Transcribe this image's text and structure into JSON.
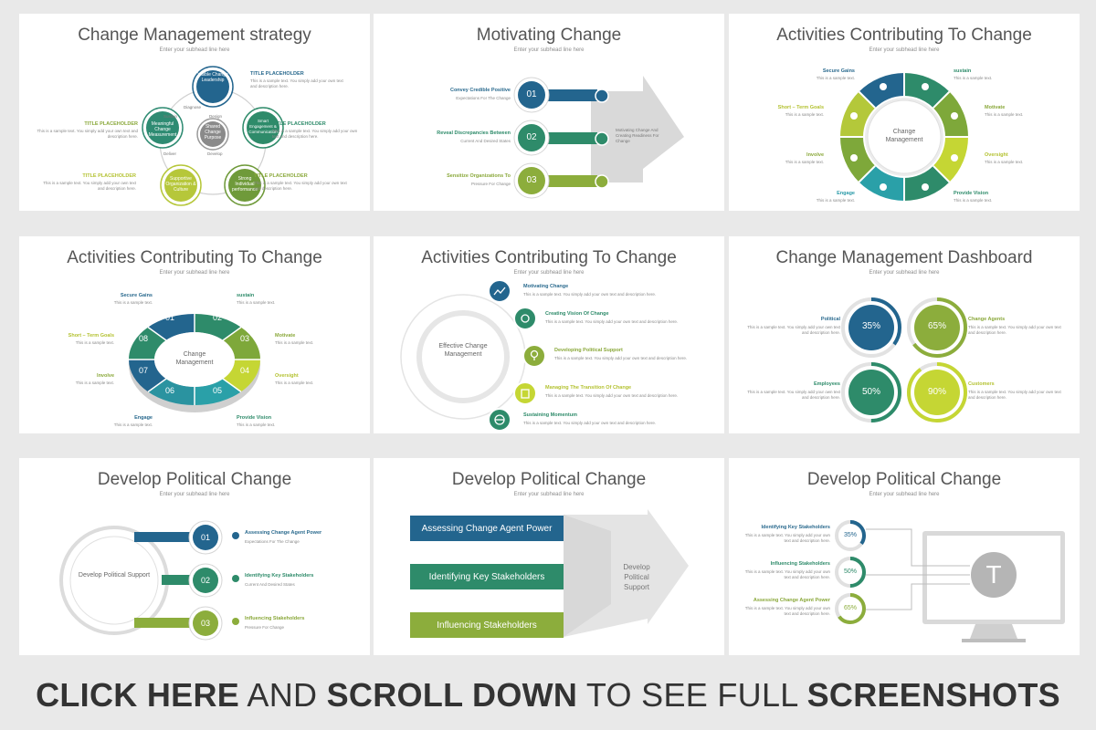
{
  "colors": {
    "blue": "#23658e",
    "green": "#2e8b6a",
    "lime": "#8cad3c",
    "yellow": "#c5d634",
    "teal": "#2aa0a8",
    "gray": "#bdbdbd"
  },
  "subhead": "Enter your subhead line here",
  "sample_short": "This is a sample text.",
  "sample_long": "This is a sample text. You simply add your own text and description here.",
  "s1": {
    "title": "Change Management strategy",
    "circles": [
      "Visible Change Leadership",
      "Smart Engagement & Communication",
      "Strong Individual performance",
      "Supportive Organization & Culture",
      "Meaningful Change Measurement"
    ],
    "center": "Shared Change Purpose",
    "ring": [
      "Diagnose",
      "Design",
      "Develop",
      "Deliver",
      "Sustain"
    ],
    "placeholder": "TITLE PLACEHOLDER"
  },
  "s2": {
    "title": "Motivating Change",
    "items": [
      {
        "num": "01",
        "title": "Convey Credible Positive",
        "sub": "Expectations For The Change"
      },
      {
        "num": "02",
        "title": "Reveal Discrepancies Between",
        "sub": "Current And Desired States"
      },
      {
        "num": "03",
        "title": "Sensitize Organizations To",
        "sub": "Pressure For Change"
      }
    ],
    "arrow_text": "Motivating Change And Creating Readiness For Change"
  },
  "s3": {
    "title": "Activities Contributing To Change",
    "center": "Change Management",
    "labels": [
      "Secure Gains",
      "sustain",
      "Motivate",
      "Oversight",
      "Provide Vision",
      "Engage",
      "Involve",
      "Short – Term Goals"
    ]
  },
  "s4": {
    "title": "Activities Contributing To Change",
    "center": "Change Management",
    "nums": [
      "01",
      "02",
      "03",
      "04",
      "05",
      "06",
      "07",
      "08"
    ],
    "labels": [
      "Secure Gains",
      "sustain",
      "Motivate",
      "Oversight",
      "Provide Vision",
      "Engage",
      "Involve",
      "Short – Term Goals"
    ]
  },
  "s5": {
    "title": "Activities Contributing To Change",
    "center": "Effective Change Management",
    "items": [
      "Motivating Change",
      "Creating Vision Of Change",
      "Developing Political Support",
      "Managing The Transition Of Change",
      "Sustaining Momentum"
    ]
  },
  "s6": {
    "title": "Change Management Dashboard",
    "items": [
      {
        "name": "Political",
        "pct": "35%",
        "value": 35
      },
      {
        "name": "Change Agents",
        "pct": "65%",
        "value": 65
      },
      {
        "name": "Employees",
        "pct": "50%",
        "value": 50
      },
      {
        "name": "Customers",
        "pct": "90%",
        "value": 90
      }
    ]
  },
  "s7": {
    "title": "Develop Political Change",
    "center": "Develop Political Support",
    "items": [
      {
        "num": "01",
        "title": "Assessing Change Agent Power",
        "sub": "Expectations For The Change"
      },
      {
        "num": "02",
        "title": "Identifying Key Stakeholders",
        "sub": "Current And Desired States"
      },
      {
        "num": "03",
        "title": "Influencing Stakeholders",
        "sub": "Pressure For Change"
      }
    ]
  },
  "s8": {
    "title": "Develop Political Change",
    "bars": [
      "Assessing Change Agent Power",
      "Identifying Key Stakeholders",
      "Influencing Stakeholders"
    ],
    "arrow_text": "Develop Political Support"
  },
  "s9": {
    "title": "Develop Political Change",
    "items": [
      {
        "title": "Identifying Key Stakeholders",
        "pct": "35%",
        "value": 35
      },
      {
        "title": "Influencing Stakeholders",
        "pct": "50%",
        "value": 50
      },
      {
        "title": "Assessing Change Agent Power",
        "pct": "65%",
        "value": 65
      }
    ],
    "monitor_letter": "T"
  },
  "footer": {
    "p1": "CLICK HERE",
    "p2": " AND ",
    "p3": "SCROLL DOWN",
    "p4": " TO SEE FULL ",
    "p5": "SCREENSHOTS"
  }
}
